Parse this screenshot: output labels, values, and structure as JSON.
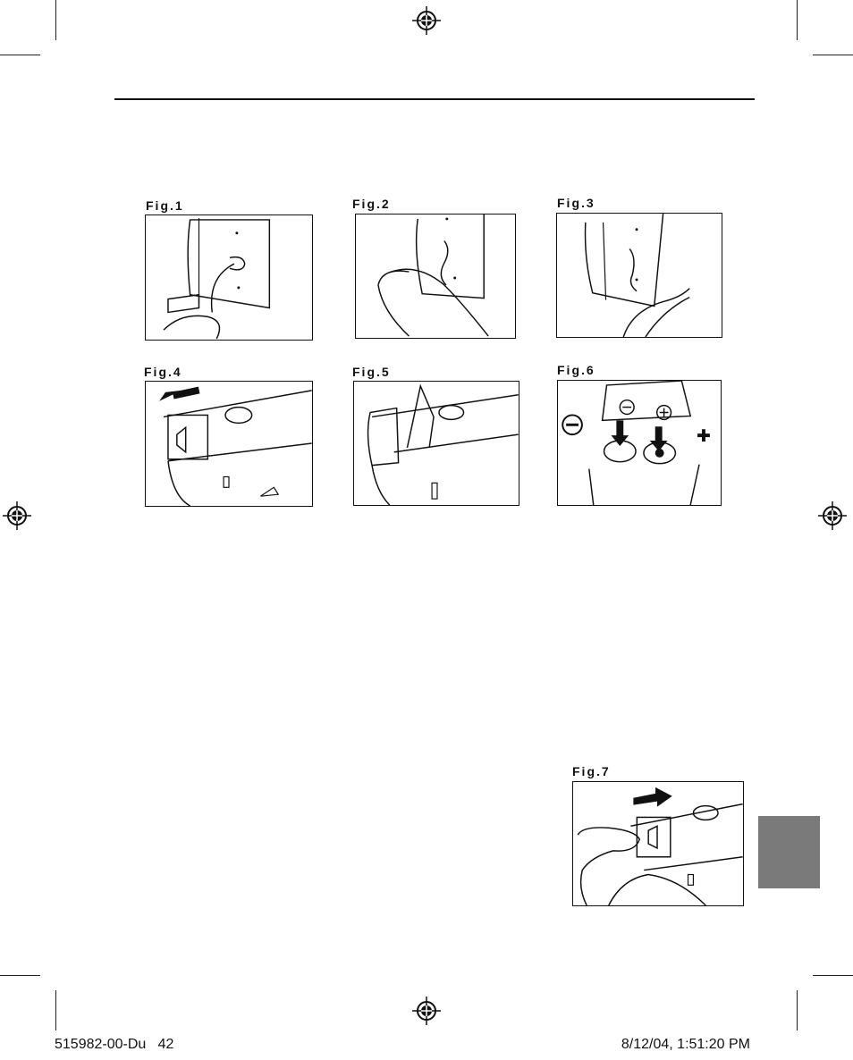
{
  "figures": [
    {
      "label": "Fig.1",
      "icon": "strap-loop-illustration"
    },
    {
      "label": "Fig.2",
      "icon": "strap-through-illustration"
    },
    {
      "label": "Fig.3",
      "icon": "strap-attached-illustration"
    },
    {
      "label": "Fig.4",
      "icon": "battery-door-slide-illustration"
    },
    {
      "label": "Fig.5",
      "icon": "battery-door-open-illustration"
    },
    {
      "label": "Fig.6",
      "icon": "battery-insert-illustration"
    },
    {
      "label": "Fig.7",
      "icon": "battery-door-close-illustration"
    }
  ],
  "footer": {
    "left": "515982-00-Du   42",
    "right": "8/12/04, 1:51:20 PM"
  },
  "colors": {
    "ink": "#111111",
    "tab": "#7a7a7a"
  }
}
